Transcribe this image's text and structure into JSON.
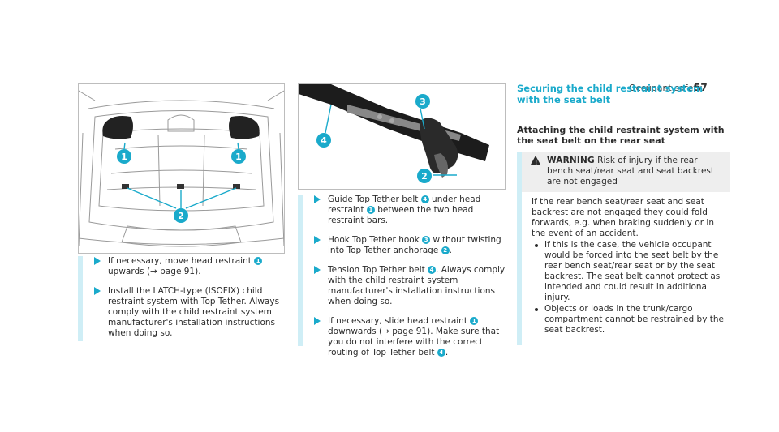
{
  "header": {
    "section": "Occupant safety",
    "page_number": "57"
  },
  "figure1": {
    "callouts": [
      "1",
      "1",
      "2"
    ]
  },
  "figure2": {
    "callouts": [
      "3",
      "4",
      "2"
    ]
  },
  "steps_left": [
    {
      "parts": [
        "If necessary, move head restraint ",
        "1",
        " upwards (→ page 91)."
      ]
    },
    {
      "parts": [
        "Install the LATCH-type (ISOFIX) child restraint system with Top Tether. Always comply with the child restraint system manufacturer's installation instructions when doing so."
      ]
    }
  ],
  "steps_middle": [
    {
      "parts": [
        "Guide Top Tether belt ",
        "4",
        " under head restraint ",
        "1",
        " between the two head restraint bars."
      ]
    },
    {
      "parts": [
        "Hook Top Tether hook ",
        "3",
        " without twisting into Top Tether anchorage ",
        "2",
        "."
      ]
    },
    {
      "parts": [
        "Tension Top Tether belt ",
        "4",
        ". Always comply with the child restraint system manufacturer's installation instructions when doing so."
      ]
    },
    {
      "parts": [
        "If necessary, slide head restraint ",
        "1",
        " downwards (→ page 91). Make sure that you do not interfere with the correct routing of Top Tether belt ",
        "4",
        "."
      ]
    }
  ],
  "section_title": "Securing the child restraint system with the seat belt",
  "subsection_title": "Attaching the child restraint system with the seat belt on the rear seat",
  "warning": {
    "label": "WARNING",
    "heading": "Risk of injury if the rear bench seat/rear seat and seat backrest are not engaged",
    "body": "If the rear bench seat/rear seat and seat backrest are not engaged they could fold forwards, e.g. when braking suddenly or in the event of an accident.",
    "bullets": [
      "If this is the case, the vehicle occupant would be forced into the seat belt by the rear bench seat/rear seat or by the seat backrest. The seat belt cannot protect as intended and could result in additional injury.",
      "Objects or loads in the trunk/cargo compartment cannot be restrained by the seat backrest."
    ]
  },
  "colors": {
    "accent": "#1aaacb",
    "accent_light": "#cfeef6",
    "warning_bg": "#eeeeee",
    "text": "#2b2b2b"
  }
}
